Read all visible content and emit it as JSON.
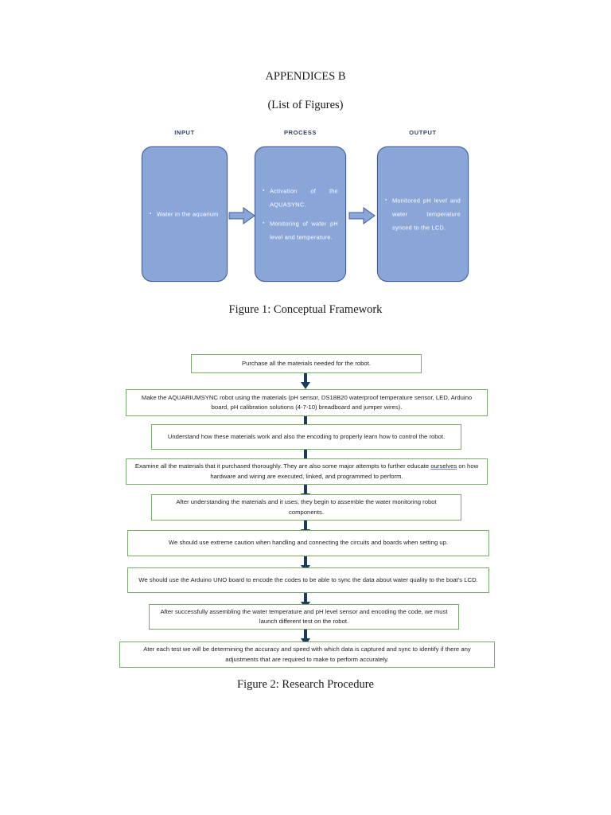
{
  "document": {
    "title": "APPENDICES B",
    "subtitle": "(List of Figures)"
  },
  "figure1": {
    "caption": "Figure 1: Conceptual Framework",
    "columns": [
      {
        "label": "INPUT",
        "items": [
          "Water in the aquarium"
        ]
      },
      {
        "label": "PROCESS",
        "items": [
          "Activation of the AQUASYNC.",
          "Monitoring of water pH level and temperature."
        ]
      },
      {
        "label": "OUTPUT",
        "items": [
          "Monitored pH level and water temperature synced to the LCD."
        ]
      }
    ],
    "colors": {
      "box_fill": "#8aa6d9",
      "box_border": "#3f5d96",
      "label_text": "#2f3f66",
      "box_text": "#ffffff",
      "arrow_fill": "#8aa6d9",
      "arrow_border": "#3f5d96"
    }
  },
  "figure2": {
    "caption": "Figure 2: Research Procedure",
    "colors": {
      "box_border": "#7aac6d",
      "box_fill": "#ffffff",
      "arrow": "#1f3a5f",
      "text": "#1d1d1d"
    },
    "steps": [
      "Purchase all the materials needed for the robot.",
      "Make the AQUARIUMSYNC robot using the materials (pH sensor, DS18B20 waterproof temperature sensor, LED, Arduino board, pH calibration solutions (4-7-10) breadboard and jumper wires).",
      "Understand how these materials work and also the encoding to properly learn how to control the robot.",
      "Examine all the materials that it purchased thoroughly. They are also some major attempts to further educate ourselves on how hardware and wiring are executed, linked, and programmed to perform.",
      "After understanding the materials and it uses, they begin to assemble the water monitoring robot components.",
      "We should use extreme caution when handling and connecting the circuits and boards when setting up.",
      "We should use the Arduino UNO board to encode the codes to be able to sync the data about water quality to the boat's LCD.",
      "After successfully assembling the water temperature and pH level sensor and encoding the code, we must launch different test on the robot.",
      "Ater each test we will be determining the accuracy and speed with which data is captured and sync to identify if there any adjustments that are required to make to perform accurately."
    ]
  }
}
